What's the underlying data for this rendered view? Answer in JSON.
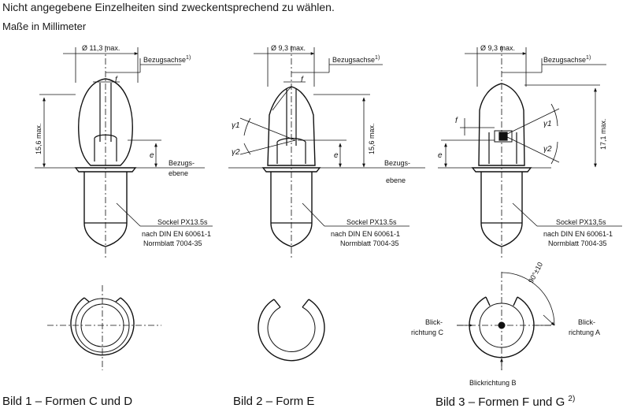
{
  "header": {
    "line1": "Nicht angegebene Einzelheiten sind zweckentsprechend zu wählen.",
    "line2": "Maße in Millimeter"
  },
  "figures": [
    {
      "caption": "Bild 1 – Formen C und D",
      "diameter": "Ø 11,3 max.",
      "reference_axis": "Bezugsachse",
      "reference_axis_note": "1)",
      "f_label": "f",
      "height": "15,6 max.",
      "e_label": "e",
      "reference_plane_line1": "Bezugs-",
      "reference_plane_line2": "ebene",
      "socket_line1": "Sockel PX13.5s",
      "socket_line2": "nach DIN EN 60061-1",
      "socket_line3": "Normblatt 7004-35"
    },
    {
      "caption": "Bild 2 – Form E",
      "diameter": "Ø 9,3 max.",
      "reference_axis": "Bezugsachse",
      "reference_axis_note": "1)",
      "f_label": "f",
      "height": "15,6 max.",
      "e_label": "e",
      "gamma1": "γ1",
      "gamma2": "γ2",
      "reference_plane_line1": "Bezugs-",
      "reference_plane_line2": "ebene",
      "socket_line1": "Sockel PX13.5s",
      "socket_line2": "nach DIN EN 60061-1",
      "socket_line3": "Normblatt 7004-35"
    },
    {
      "caption_main": "Bild 3 – Formen F und G",
      "caption_note": "2)",
      "diameter": "Ø 9,3 max.",
      "reference_axis": "Bezugsachse",
      "reference_axis_note": "1)",
      "f_label": "f",
      "height": "17,1 max.",
      "e_label": "e",
      "gamma1": "γ1",
      "gamma2": "γ2",
      "socket_line1": "Sockel PX13,5s",
      "socket_line2": "nach DIN EN 60061-1",
      "socket_line3": "Normblatt 7004-35",
      "angle": "90°±10",
      "view_c_line1": "Blick-",
      "view_c_line2": "richtung C",
      "view_a_line1": "Blick-",
      "view_a_line2": "richtung A",
      "view_b": "Blickrichtung B"
    }
  ],
  "colors": {
    "line": "#111111",
    "paper": "#ffffff"
  }
}
